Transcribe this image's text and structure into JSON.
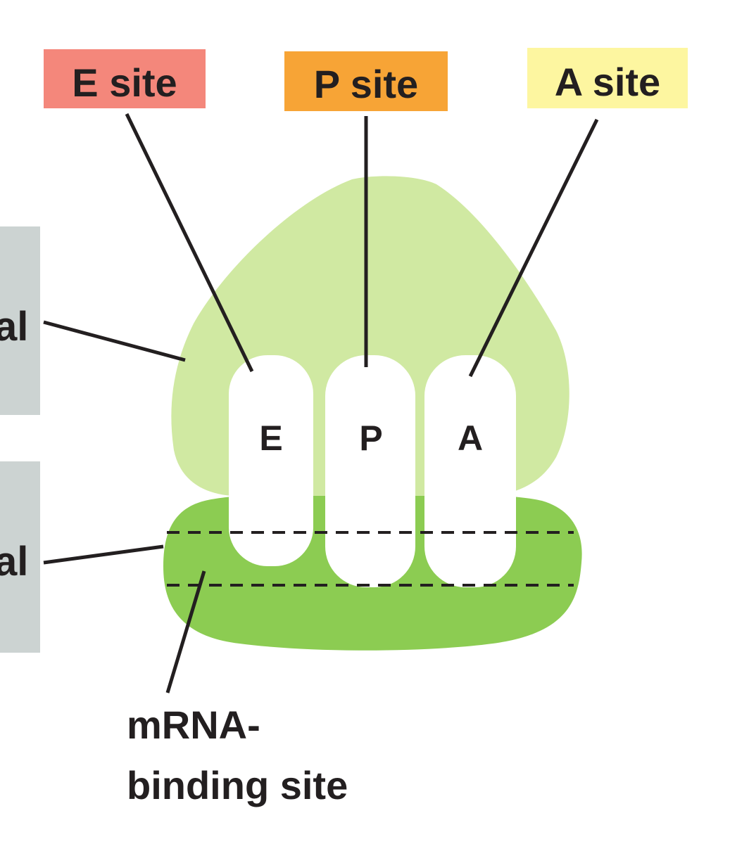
{
  "site_labels": {
    "e_site": "E site",
    "p_site": "P site",
    "a_site": "A site"
  },
  "slot_letters": {
    "e": "E",
    "p": "P",
    "a": "A"
  },
  "side_labels": {
    "large_subunit_fragment": "al",
    "small_subunit_fragment": "al"
  },
  "mrna_label": {
    "line1": "mRNA-",
    "line2": "binding site"
  },
  "colors": {
    "e_site_box": "#f4877b",
    "p_site_box": "#f7a436",
    "a_site_box": "#fdf6a0",
    "large_subunit": "#d0e9a2",
    "small_subunit": "#8ccc52",
    "side_box": "#ccd3d2",
    "slot": "#ffffff",
    "line": "#231f20"
  }
}
